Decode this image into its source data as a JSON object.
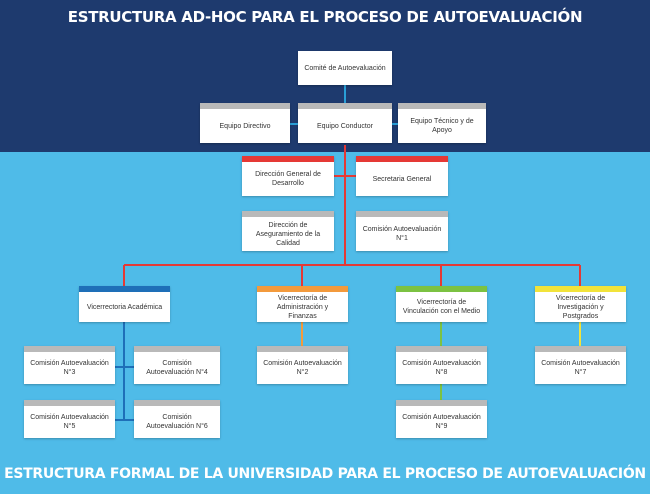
{
  "header": {
    "title": "ESTRUCTURA AD-HOC PARA EL PROCESO DE AUTOEVALUACIÓN"
  },
  "footer": {
    "title": "ESTRUCTURA FORMAL DE LA UNIVERSIDAD PARA EL PROCESO DE AUTOEVALUACIÓN"
  },
  "colors": {
    "top_band": "#1e3a6e",
    "bottom_band": "#4fbbe8",
    "blue_line": "#2a9fd6",
    "red_line": "#e53935",
    "green_line": "#7cc242",
    "orange": "#f39a3c",
    "yellow": "#f2e33a",
    "blue_header": "#1e6fb8",
    "gray_header": "#b9b9b9"
  },
  "nodes": {
    "comite": "Comité de Autoevaluación",
    "equipo_directivo": "Equipo Directivo",
    "equipo_conductor": "Equipo Conductor",
    "equipo_tecnico": "Equipo Técnico y de Apoyo",
    "dir_desarrollo": "Dirección General de Desarrollo",
    "secretaria": "Secretaria General",
    "dir_calidad": "Dirección de Aseguramiento de la Calidad",
    "comision_1": "Comisión Autoevaluación N°1",
    "vic_academica": "Vicerrectoria Académica",
    "vic_admin": "Vicerrectoría de Administración y Finanzas",
    "vic_vinculacion": "Vicerrectoría de Vinculación con el Medio",
    "vic_investigacion": "Vicerrectoría de Investigación y Postgrados",
    "comision_3": "Comisión Autoevaluación N°3",
    "comision_4": "Comisión Autoevaluación N°4",
    "comision_5": "Comisión Autoevaluación N°5",
    "comision_6": "Comisión Autoevaluación N°6",
    "comision_2": "Comisión Autoevaluación N°2",
    "comision_8": "Comisión Autoevaluación N°8",
    "comision_9": "Comisión Autoevaluación N°9",
    "comision_7": "Comisión Autoevaluación N°7"
  }
}
